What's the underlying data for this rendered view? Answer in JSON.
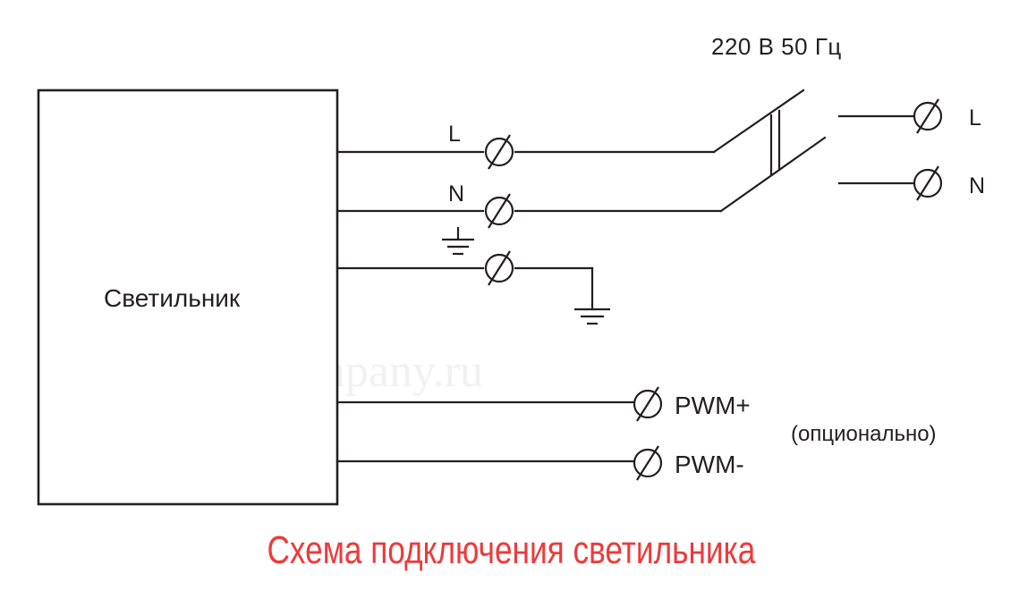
{
  "diagram": {
    "watermark": "raycompany.ru",
    "fixture_label": "Светильник",
    "mains_label": "220 В  50 Гц",
    "left_terminals": {
      "l_label": "L",
      "n_label": "N"
    },
    "right_terminals": {
      "l_label": "L",
      "n_label": "N"
    },
    "pwm_plus_label": "PWM+",
    "pwm_minus_label": "PWM-",
    "optional_label": "(опционально)",
    "caption": "Схема подключения светильника",
    "colors": {
      "line": "#231f20",
      "caption": "#ee3a3a",
      "watermark": "#f1f1f1"
    }
  }
}
